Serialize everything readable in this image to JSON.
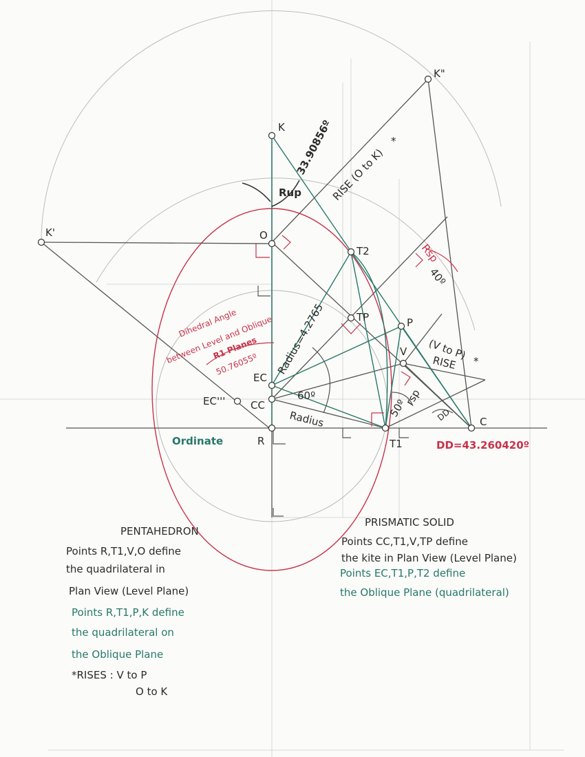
{
  "points": {
    "K": "K",
    "K_double_prime": "K\"",
    "K_prime": "K'",
    "O": "O",
    "T2": "T2",
    "TP": "TP",
    "P": "P",
    "V": "V",
    "EC": "EC",
    "EC_triple_prime": "EC'''",
    "CC": "CC",
    "R": "R",
    "T1": "T1",
    "C": "C"
  },
  "labels": {
    "rup": "Rup",
    "angle_k": "33.90856º",
    "rise_o_to_k": "RISE (O to K)",
    "asterisk": "*",
    "rsp_upper": "Rsp",
    "angle_40": "40º",
    "v_to_p": "(V to P)",
    "rise": "RISE",
    "radius_value": "Radius=4.2765",
    "angle_60": "60º",
    "radius": "Radius",
    "angle_50": "50º",
    "rsp_lower": "rsp",
    "dd": "DD",
    "dd_value": "DD=43.260420º",
    "ordinate": "Ordinate",
    "dihedral_line1": "Dihedral Angle",
    "dihedral_line2": "between Level and Oblique",
    "dihedral_line3": "R1  Planes",
    "dihedral_value": "50.76055º"
  },
  "notes": {
    "pentahedron": {
      "title": "PENTAHEDRON",
      "plan_lines": [
        "Points R,T1,V,O define",
        "the quadrilateral in",
        "Plan View (Level Plane)"
      ],
      "oblique_lines": [
        "Points R,T1,P,K define",
        "the quadrilateral on",
        "the Oblique Plane"
      ],
      "rises_lines": [
        "*RISES : V to P",
        "O to K"
      ]
    },
    "prismatic": {
      "title": "PRISMATIC SOLID",
      "plan_lines": [
        "Points CC,T1,V,TP define",
        "the kite in Plan View (Level Plane)"
      ],
      "oblique_lines": [
        "Points EC,T1,P,T2 define",
        "the Oblique Plane (quadrilateral)"
      ]
    }
  },
  "colors": {
    "paper": "#fbfbf9",
    "pencil": "#555555",
    "construction": "#bdbdbd",
    "red": "#c8324a",
    "teal": "#27786a"
  }
}
